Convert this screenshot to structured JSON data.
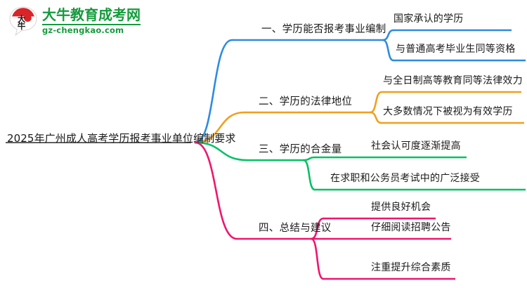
{
  "logo": {
    "mark_name": "daniu-speech-bubble-logo",
    "cn_name": "大牛教育成考网",
    "site": "gz-chengkao.com",
    "mark_text": "大牛",
    "green": "#149B3C",
    "red": "#D8252A"
  },
  "root": {
    "label": "2025年广州成人高考学历报考事业单位编制要求"
  },
  "colors": {
    "blue": "#2E8BE0",
    "orange": "#F0A01E",
    "green": "#06C167",
    "pink": "#F0156E"
  },
  "branches": [
    {
      "label": "一、学历能否报考事业编制",
      "color": "#2E8BE0",
      "children": [
        {
          "label": "国家承认的学历"
        },
        {
          "label": "与普通高考毕业生同等资格"
        }
      ]
    },
    {
      "label": "二、学历的法律地位",
      "color": "#F0A01E",
      "children": [
        {
          "label": "与全日制高等教育同等法律效力"
        },
        {
          "label": "大多数情况下被视为有效学历"
        }
      ]
    },
    {
      "label": "三、学历的合金量",
      "color": "#06C167",
      "children": [
        {
          "label": "社会认可度逐渐提高"
        },
        {
          "label": "在求职和公务员考试中的广泛接受"
        }
      ]
    },
    {
      "label": "四、总结与建议",
      "color": "#F0156E",
      "children": [
        {
          "label": "提供良好机会"
        },
        {
          "label": "仔细阅读招聘公告"
        },
        {
          "label": "注重提升综合素质"
        }
      ]
    }
  ]
}
